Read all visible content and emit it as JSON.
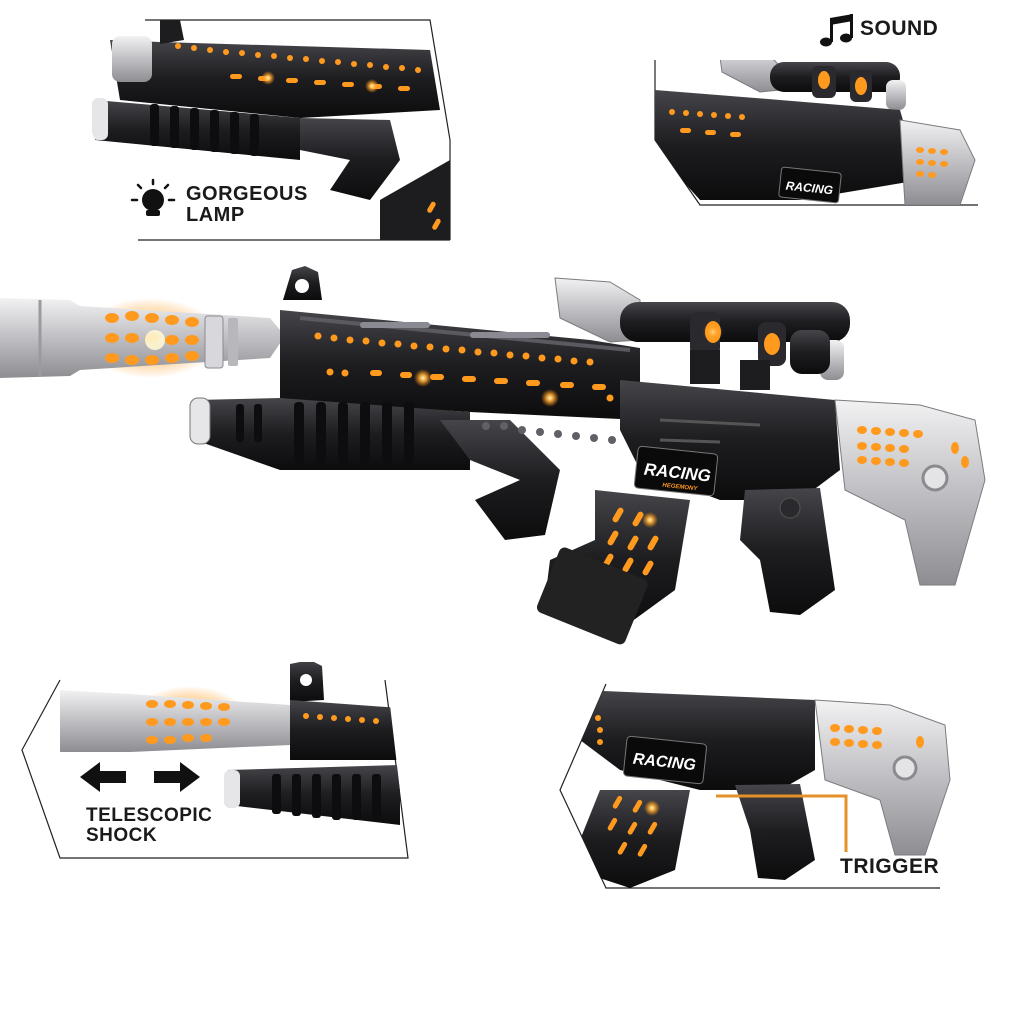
{
  "labels": {
    "lamp_line1": "GORGEOUS",
    "lamp_line2": "LAMP",
    "sound": "SOUND",
    "tele_line1": "TELESCOPIC",
    "tele_line2": "SHOCK",
    "trigger": "TRIGGER"
  },
  "logo": {
    "brand": "RACING",
    "sub": "HEGEMONY"
  },
  "icons": {
    "lamp": "bulb-icon",
    "sound": "music-note-icon",
    "arrows": "left-right-arrows-icon"
  },
  "colors": {
    "body": "#1c1c1e",
    "body_highlight": "#3a3a3e",
    "silver": "#c9c9cc",
    "orange_led": "#ff9a1f",
    "accent_line": "#e6902a",
    "text": "#1a1a1a",
    "background": "#ffffff"
  }
}
